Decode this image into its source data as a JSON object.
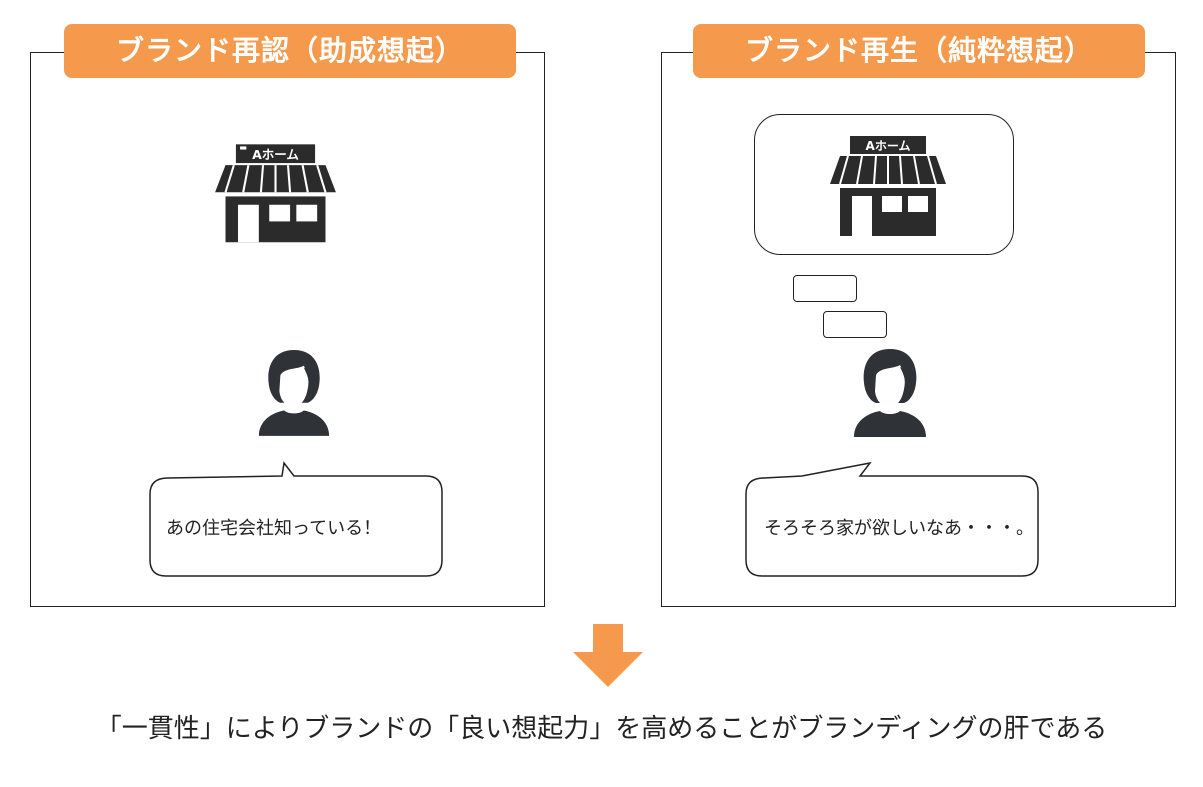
{
  "left_panel": {
    "title": "ブランド再認（助成想起）",
    "store_sign": "Aホーム",
    "speech": "あの住宅会社知っている！"
  },
  "right_panel": {
    "title": "ブランド再生（純粋想起）",
    "store_sign": "Aホーム",
    "speech": "そろそろ家が欲しいなあ・・・。"
  },
  "conclusion": "「一貫性」によりブランドの「良い想起力」を高めることがブランディングの肝である",
  "colors": {
    "accent": "#f59a4d",
    "ink": "#222222"
  }
}
